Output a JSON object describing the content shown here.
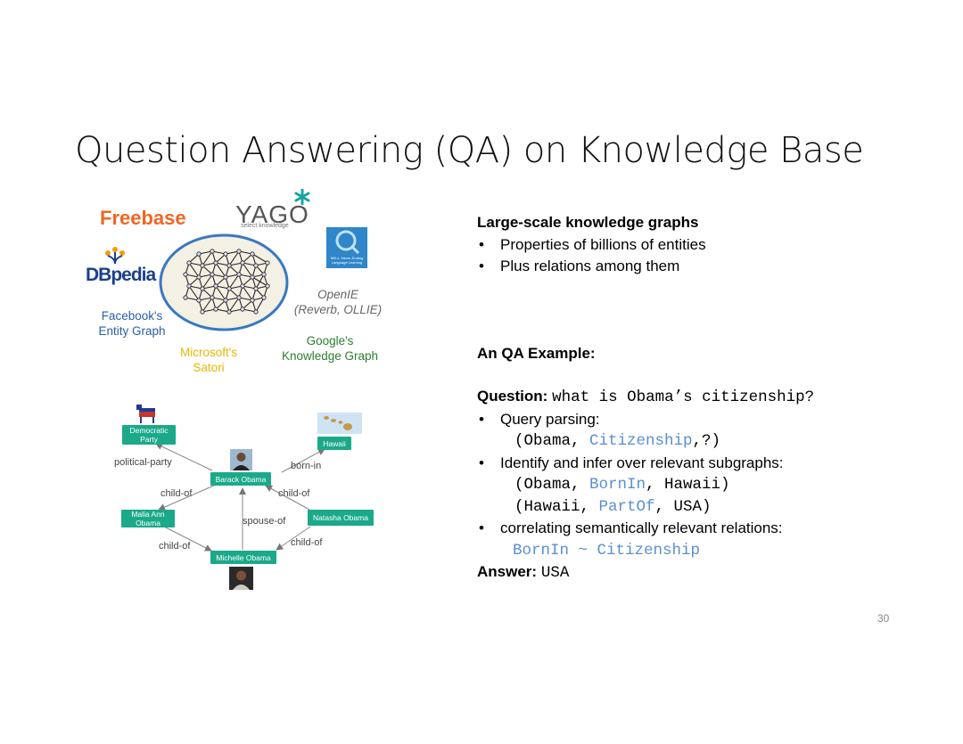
{
  "slide": {
    "title": "Question Answering (QA) on Knowledge Base",
    "page_number": "30"
  },
  "collage": {
    "freebase": "Freebase",
    "yago": "YAGO",
    "yago_tagline": "select knowledge",
    "dbpedia": "DBpedia",
    "nell": "NELL: Never-Ending Language Learning",
    "facebook": "Facebook's\nEntity Graph",
    "openie": "OpenIE\n(Reverb, OLLIE)",
    "satori": "Microsoft's\nSatori",
    "google_kg": "Google's\nKnowledge Graph"
  },
  "graph": {
    "nodes": {
      "democratic": "Democratic\nParty",
      "hawaii": "Hawaii",
      "barack": "Barack Obama",
      "malia": "Malia Ann\nObama",
      "natasha": "Natasha Obama",
      "michelle": "Michelle Obama"
    },
    "edges": {
      "political_party": "political-party",
      "born_in": "born-in",
      "child_of_left": "child-of",
      "child_of_right": "child-of",
      "spouse_of": "spouse-of",
      "child_of_bottom_left": "child-of",
      "child_of_bottom_right": "child-of"
    }
  },
  "content": {
    "heading1": "Large-scale knowledge graphs",
    "bullets1": [
      "Properties of billions of entities",
      "Plus relations among them"
    ],
    "heading2": "An QA Example:",
    "question_label": "Question:",
    "question_text": "what is Obama’s citizenship?",
    "b_parse": "Query parsing:",
    "parse": {
      "p1": "(Obama, ",
      "rel": "Citizenship",
      "p2": ",?)"
    },
    "b_identify": "Identify and infer over relevant subgraphs:",
    "triple1": {
      "p1": "(Obama, ",
      "rel": "BornIn",
      "p2": ", Hawaii)"
    },
    "triple2": {
      "p1": "(Hawaii, ",
      "rel": "PartOf",
      "p2": ", USA)"
    },
    "b_correlate": "correlating semantically relevant relations:",
    "correlation": "BornIn ~ Citizenship",
    "answer_label": "Answer:",
    "answer_text": "USA"
  },
  "colors": {
    "relation_blue": "#5b8fd0",
    "node_green": "#1ba98a",
    "freebase_orange": "#f26522"
  }
}
